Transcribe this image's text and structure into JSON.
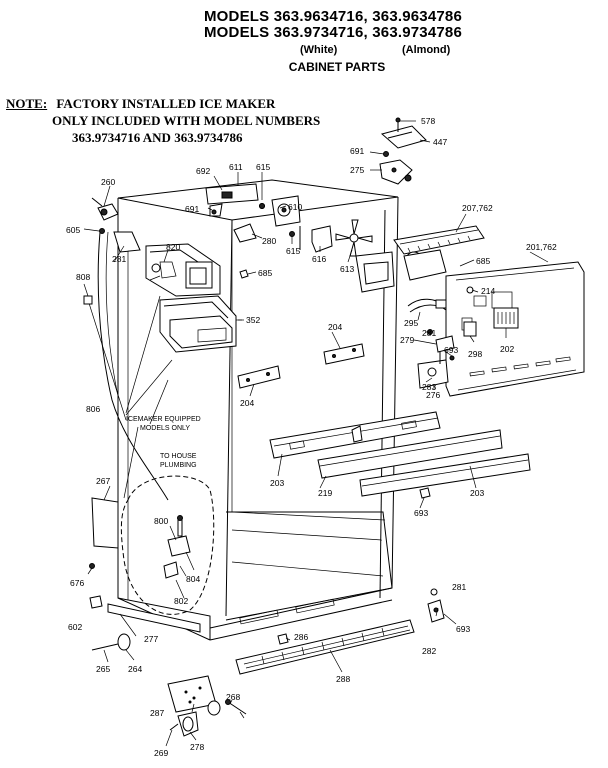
{
  "header": {
    "models_line1": "MODELS 363.9634716, 363.9634786",
    "models_line2": "MODELS 363.9734716, 363.9734786",
    "color_white": "(White)",
    "color_almond": "(Almond)",
    "section": "CABINET PARTS"
  },
  "note": {
    "prefix": "NOTE:",
    "line1": "FACTORY INSTALLED ICE MAKER",
    "line2": "ONLY INCLUDED WITH MODEL NUMBERS",
    "line3": "363.9734716 AND 363.9734786"
  },
  "annotations": {
    "icemaker_l1": "ICEMAKER EQUIPPED",
    "icemaker_l2": "MODELS ONLY",
    "plumbing_l1": "TO HOUSE",
    "plumbing_l2": "PLUMBING"
  },
  "part_labels": {
    "p578": "578",
    "p447": "447",
    "p691a": "691",
    "p275": "275",
    "p692": "692",
    "p611": "611",
    "p615a": "615",
    "p691b": "691",
    "p610": "610",
    "p280": "280",
    "p615b": "615",
    "p616": "616",
    "p613": "613",
    "p207": "207,762",
    "p201": "201,762",
    "p685a": "685",
    "p214": "214",
    "p260": "260",
    "p605": "605",
    "p820": "820",
    "p281a": "281",
    "p685b": "685",
    "p808": "808",
    "p352": "352",
    "p295": "295",
    "p281b": "281",
    "p279": "279",
    "p693a": "693",
    "p298": "298",
    "p202": "202",
    "p204a": "204",
    "p204b": "204",
    "p283": "283",
    "p276": "276",
    "p806": "806",
    "p203a": "203",
    "p219": "219",
    "p203b": "203",
    "p267": "267",
    "p693b": "693",
    "p800": "800",
    "p804": "804",
    "p802": "802",
    "p676": "676",
    "p281c": "281",
    "p602": "602",
    "p277": "277",
    "p282": "282",
    "p693c": "693",
    "p286": "286",
    "p265": "265",
    "p264": "264",
    "p288": "288",
    "p268": "268",
    "p287": "287",
    "p269": "269",
    "p278": "278"
  }
}
